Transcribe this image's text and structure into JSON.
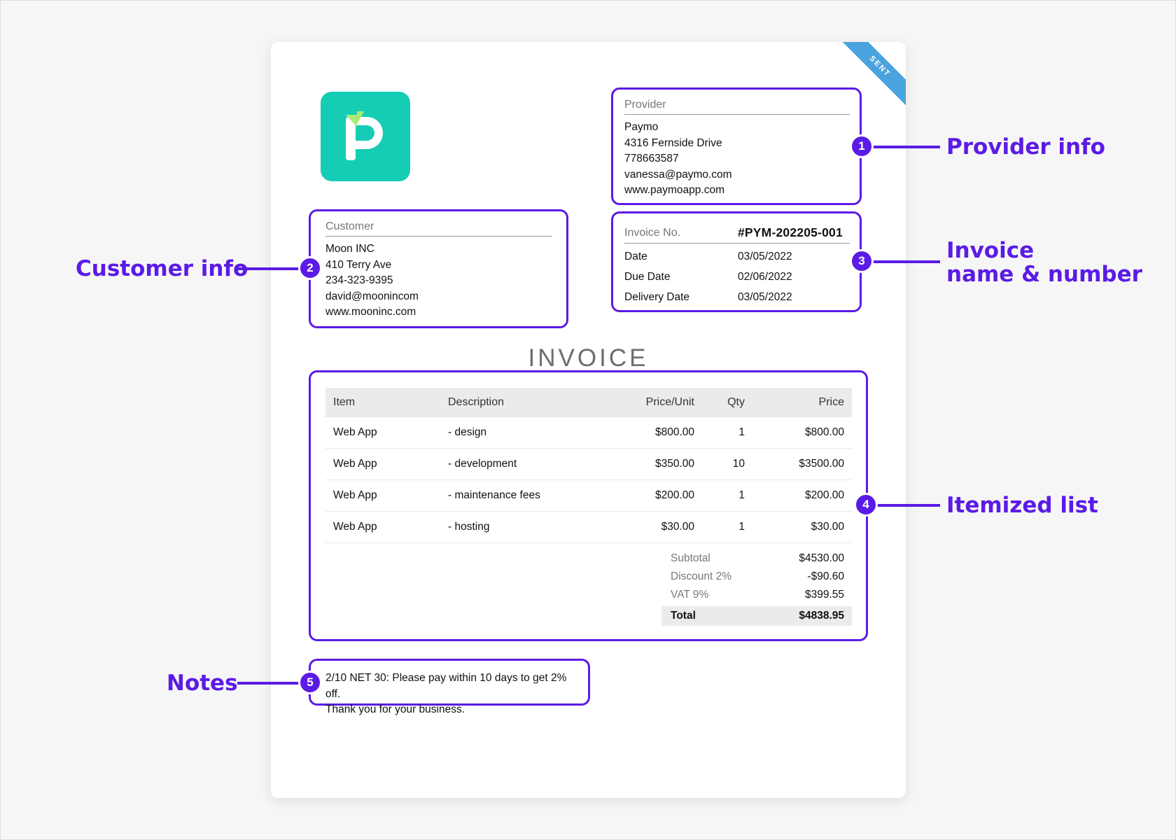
{
  "ribbon": "SENT",
  "provider": {
    "label": "Provider",
    "lines": [
      "Paymo",
      "4316 Fernside Drive",
      "778663587",
      "vanessa@paymo.com",
      "www.paymoapp.com"
    ]
  },
  "customer": {
    "label": "Customer",
    "lines": [
      "Moon INC",
      "410 Terry Ave",
      "234-323-9395",
      "david@moonincom",
      "www.mooninc.com"
    ]
  },
  "invoice": {
    "number_label": "Invoice No.",
    "number": "#PYM-202205-001",
    "rows": [
      {
        "label": "Date",
        "value": "03/05/2022"
      },
      {
        "label": "Due Date",
        "value": "02/06/2022"
      },
      {
        "label": "Delivery Date",
        "value": "03/05/2022"
      }
    ]
  },
  "title": "INVOICE",
  "items": {
    "headers": {
      "item": "Item",
      "description": "Description",
      "price_unit": "Price/Unit",
      "qty": "Qty",
      "price": "Price"
    },
    "rows": [
      {
        "item": "Web App",
        "description": "- design",
        "price_unit": "$800.00",
        "qty": "1",
        "price": "$800.00"
      },
      {
        "item": "Web App",
        "description": "- development",
        "price_unit": "$350.00",
        "qty": "10",
        "price": "$3500.00"
      },
      {
        "item": "Web App",
        "description": "- maintenance fees",
        "price_unit": "$200.00",
        "qty": "1",
        "price": "$200.00"
      },
      {
        "item": "Web App",
        "description": "- hosting",
        "price_unit": "$30.00",
        "qty": "1",
        "price": "$30.00"
      }
    ],
    "totals": [
      {
        "label": "Subtotal",
        "value": "$4530.00"
      },
      {
        "label": "Discount 2%",
        "value": "-$90.60"
      },
      {
        "label": "VAT 9%",
        "value": "$399.55"
      }
    ],
    "total": {
      "label": "Total",
      "value": "$4838.95"
    }
  },
  "notes": [
    "2/10 NET 30: Please pay within 10 days to get 2% off.",
    "Thank you for your business."
  ],
  "callouts": {
    "provider": {
      "num": "1",
      "text": "Provider info"
    },
    "customer": {
      "num": "2",
      "text": "Customer info"
    },
    "invoice": {
      "num": "3",
      "line1": "Invoice",
      "line2": "name & number"
    },
    "items": {
      "num": "4",
      "text": "Itemized list"
    },
    "notes": {
      "num": "5",
      "text": "Notes"
    }
  },
  "colors": {
    "accent": "#5b1be6",
    "logo": "#15cdb4",
    "ribbon": "#4aa3df"
  },
  "icons": {
    "logo": "paymo-logo-icon"
  }
}
